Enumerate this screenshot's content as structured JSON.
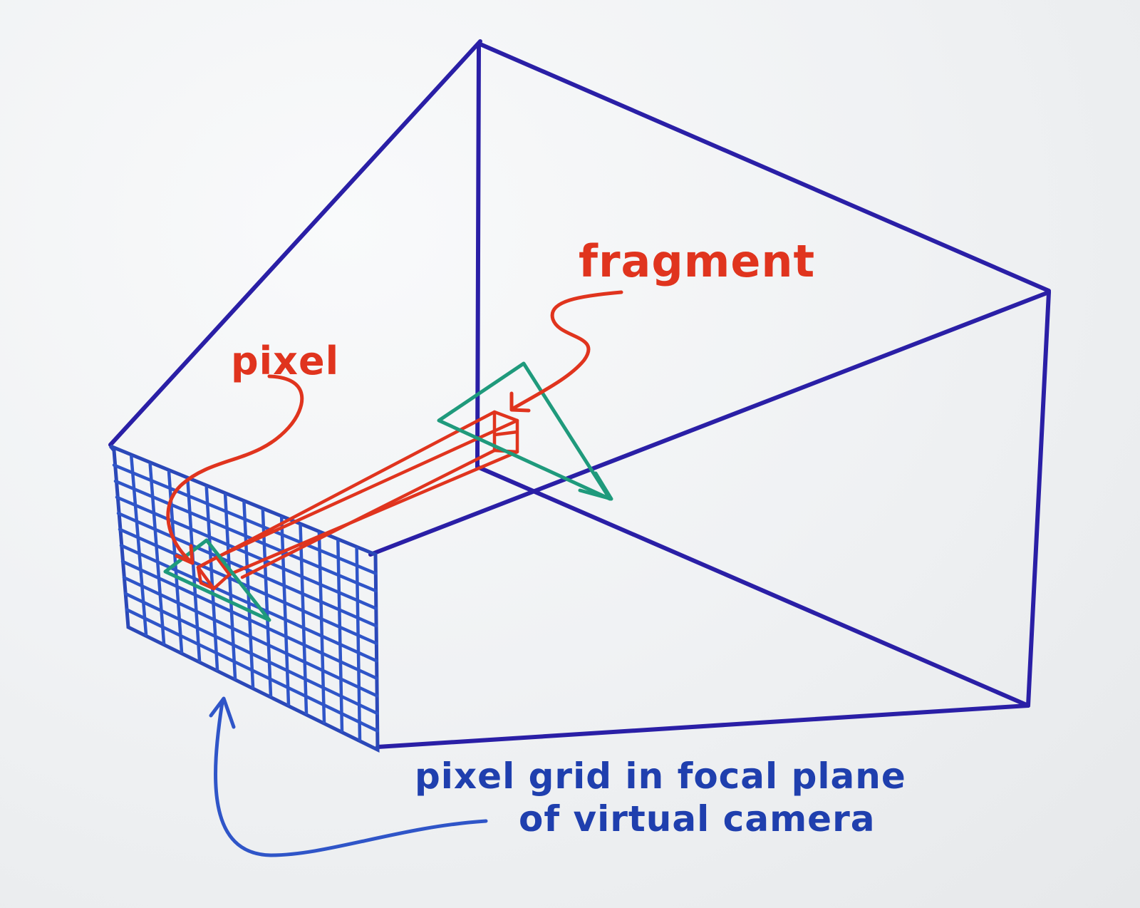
{
  "labels": {
    "pixel": "pixel",
    "fragment": "fragment",
    "caption_line1": "pixel grid in focal plane",
    "caption_line2": "of virtual camera"
  },
  "colors": {
    "frustum": "#2a1fa6",
    "grid": "#2f55c8",
    "triangle": "#1f9a7c",
    "marker_red": "#e0341e",
    "caption": "#1f3fae"
  }
}
